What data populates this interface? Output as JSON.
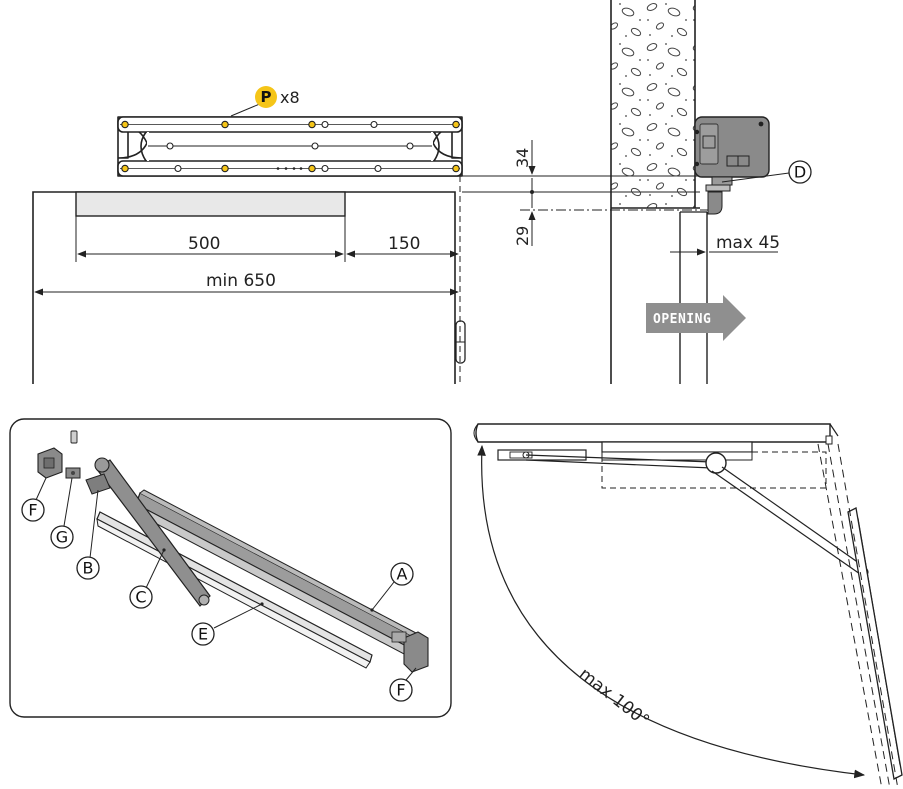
{
  "callouts": {
    "p_letter": "P",
    "p_qty": "x8",
    "a": "A",
    "b": "B",
    "c": "C",
    "d": "D",
    "e": "E",
    "f": "F",
    "g": "G"
  },
  "dimensions": {
    "d500": "500",
    "d150": "150",
    "min650": "min 650",
    "d34": "34",
    "d29": "29",
    "max45": "max 45",
    "max100": "max 100°"
  },
  "labels": {
    "opening": "OPENING"
  },
  "colors": {
    "p_badge": "#f5c518",
    "body_gray": "#8a8a8a",
    "arrow_gray": "#8f8f8f"
  }
}
